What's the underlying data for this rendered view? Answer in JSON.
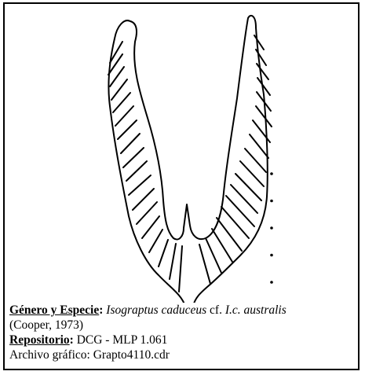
{
  "figure": {
    "stroke_color": "#000000",
    "dot_count": 5
  },
  "caption": {
    "genus_label": "Género y Especie",
    "colon": ":",
    "species_name": "Isograptus caduceus",
    "cf": "cf.",
    "comparison_name": "I.c. australis",
    "author": "(Cooper, 1973)",
    "repository_label": "Repositorio",
    "repository_value": "DCG - MLP 1.061",
    "file_text": "Archivo gráfico: Grapto4110.cdr"
  }
}
